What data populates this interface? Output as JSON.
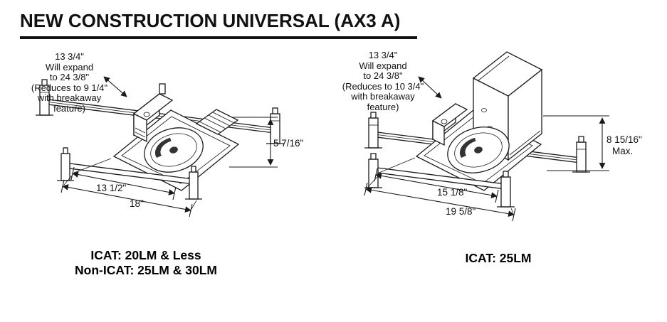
{
  "title": "NEW CONSTRUCTION UNIVERSAL (AX3 A)",
  "left_figure": {
    "note": [
      "13 3/4\"",
      "Will expand",
      "to 24 3/8\"",
      "(Reduces to 9 1/4\"",
      "with breakaway",
      "feature)"
    ],
    "dims": {
      "height": "5 7/16\"",
      "width_inner": "13 1/2\"",
      "width_outer": "18\""
    },
    "caption": [
      "ICAT: 20LM & Less",
      "Non-ICAT: 25LM & 30LM"
    ]
  },
  "right_figure": {
    "note": [
      "13 3/4\"",
      "Will expand",
      "to 24 3/8\"",
      "(Reduces to 10 3/4\"",
      "with breakaway",
      "feature)"
    ],
    "dims": {
      "height": "8 15/16\"",
      "height_suffix": "Max.",
      "width_inner": "15 1/8\"",
      "width_outer": "19 5/8\""
    },
    "caption": [
      "ICAT: 25LM"
    ]
  }
}
